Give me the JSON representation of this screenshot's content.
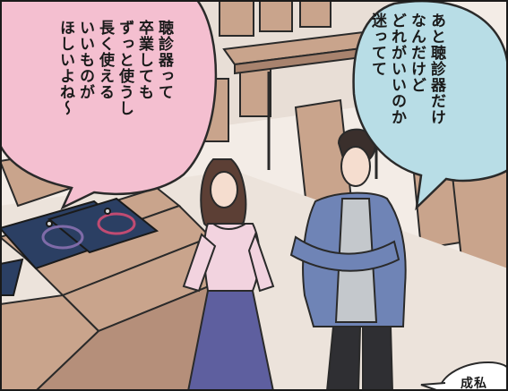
{
  "speech_left": {
    "lines": [
      "聴診器って",
      "卒業しても",
      "ずっと使うし",
      "長く使える",
      "いいものが",
      "ほしいよね〜"
    ]
  },
  "speech_right": {
    "lines": [
      "あと聴診器だけ",
      "なんだけど",
      "どれがいいのか",
      "迷ってて"
    ]
  },
  "speech_corner": {
    "text": "成私"
  },
  "colors": {
    "bubble_left": "#f4bfd0",
    "bubble_right": "#b8dde6",
    "floor": "#b58f7a",
    "seat": "#c9a48c",
    "woman_blouse": "#f2d3df",
    "woman_skirt": "#5e5f9f",
    "man_jacket": "#6f84b6",
    "man_shirt": "#c4c8cc",
    "stethoscope_case": "#2b3f63"
  }
}
